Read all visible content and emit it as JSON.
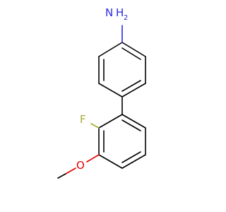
{
  "molecule": {
    "atoms": {
      "amine": {
        "symbol": "N",
        "hydrogen": "H",
        "count": "2"
      },
      "fluorine": {
        "symbol": "F"
      },
      "oxygen": {
        "symbol": "O"
      }
    },
    "colors": {
      "bond": "#000000",
      "nitrogen": "#2a2ae0",
      "fluorine": "#a4a833",
      "oxygen": "#e00000",
      "background": "#ffffff"
    }
  }
}
